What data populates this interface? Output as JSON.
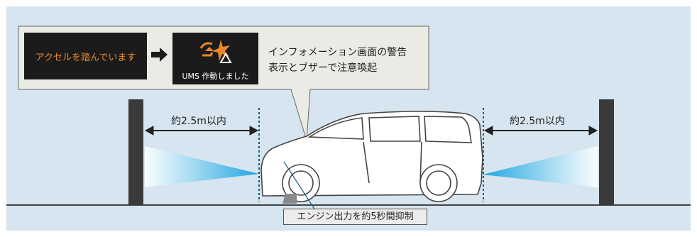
{
  "warning_screen_1": {
    "text": "アクセルを踏んでいます"
  },
  "warning_screen_2": {
    "text": "UMS 作動しました",
    "icon": "ums-warning-icon"
  },
  "callout": {
    "line1": "インフォメーション画面の警告",
    "line2": "表示とブザーで注意喚起"
  },
  "front_distance": "約2.5m以内",
  "rear_distance": "約2.5m以内",
  "engine_label": "エンジン出力を約5秒間抑制",
  "colors": {
    "panel_bg": "#d6e5ef",
    "screen_bg": "#1b1b1b",
    "warning_orange": "#e8892d",
    "sensor_blue": "#2aa9e0",
    "dashed_line": "#1a5e7a",
    "wall": "#3a3a3a"
  }
}
